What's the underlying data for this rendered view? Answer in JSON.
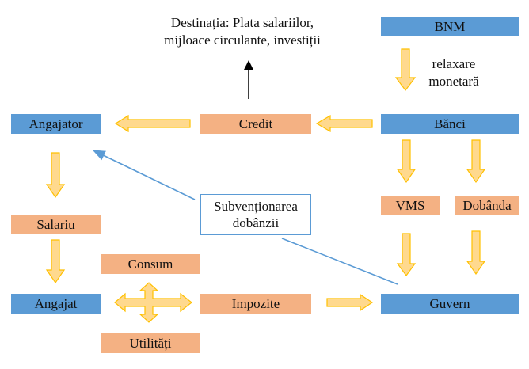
{
  "diagram": {
    "nodes": {
      "bnm": "BNM",
      "banci": "Bănci",
      "credit": "Credit",
      "angajator": "Angajator",
      "salariu": "Salariu",
      "angajat": "Angajat",
      "consum": "Consum",
      "utilitati": "Utilități",
      "impozite": "Impozite",
      "guvern": "Guvern",
      "vms": "VMS",
      "dobanda": "Dobânda"
    },
    "labels": {
      "destinatie_line1": "Destinația: Plata salariilor,",
      "destinatie_line2": "mijloace circulante, investiții",
      "relaxare_line1": "relaxare",
      "relaxare_line2": "monetară",
      "subventionare_line1": "Subvenționarea",
      "subventionare_line2": "dobânzii"
    },
    "edges": [
      {
        "from": "BNM",
        "to": "Bănci",
        "label": "relaxare monetară"
      },
      {
        "from": "Bănci",
        "to": "Credit"
      },
      {
        "from": "Credit",
        "to": "Angajator"
      },
      {
        "from": "Credit",
        "to": "Destinația"
      },
      {
        "from": "Angajator",
        "to": "Salariu"
      },
      {
        "from": "Salariu",
        "to": "Angajat"
      },
      {
        "from": "Angajat",
        "to": "Consum / Utilități / Impozite",
        "bidirectional": true
      },
      {
        "from": "Impozite",
        "to": "Guvern"
      },
      {
        "from": "Bănci",
        "to": "VMS"
      },
      {
        "from": "Bănci",
        "to": "Dobânda"
      },
      {
        "from": "VMS",
        "to": "Guvern"
      },
      {
        "from": "Dobânda",
        "to": "Guvern"
      },
      {
        "from": "Guvern",
        "to": "Angajator",
        "label": "Subvenționarea dobânzii"
      }
    ],
    "colors": {
      "blue_box": "#5b9bd5",
      "orange_box": "#f4b183",
      "arrow_fill": "#ffd98e",
      "arrow_stroke": "#ffc000",
      "line_blue": "#5b9bd5"
    }
  }
}
